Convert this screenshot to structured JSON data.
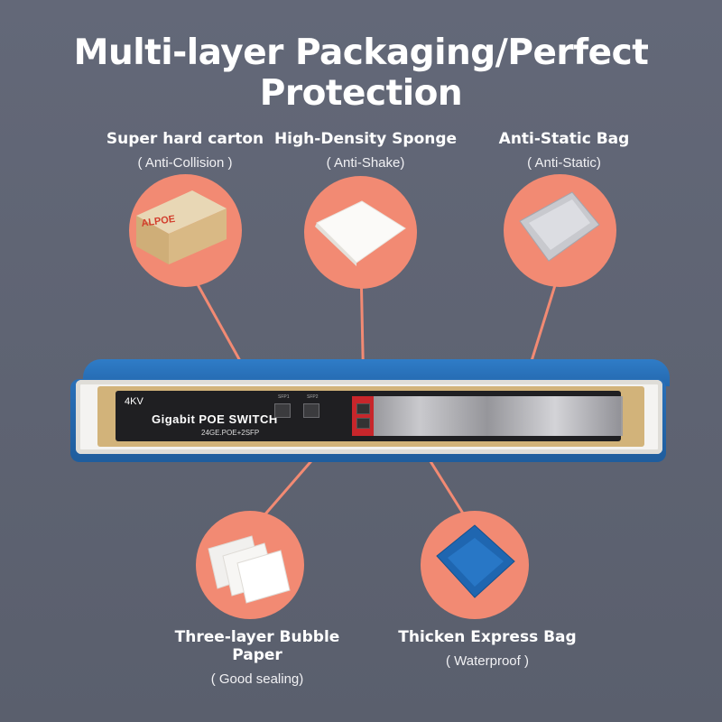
{
  "title": "Multi-layer Packaging/Perfect Protection",
  "layers": [
    {
      "name": "Super hard carton",
      "note": "( Anti-Collision )",
      "icon": "carton-box-icon"
    },
    {
      "name": "High-Density Sponge",
      "note": "( Anti-Shake)",
      "icon": "sponge-sheet-icon"
    },
    {
      "name": "Anti-Static Bag",
      "note": "( Anti-Static)",
      "icon": "anti-static-bag-icon"
    },
    {
      "name": "Three-layer Bubble Paper",
      "note": "( Good sealing)",
      "icon": "bubble-paper-icon"
    },
    {
      "name": "Thicken Express Bag",
      "note": "( Waterproof )",
      "icon": "express-bag-icon"
    }
  ],
  "device": {
    "brand": "ALPOE",
    "rating": "4KV",
    "name": "Gigabit  POE  SWITCH",
    "model": "24GE.POE+2SFP",
    "sfp1": "SFP1",
    "sfp2": "SFP2"
  },
  "colors": {
    "background": "#5f6473",
    "accent_circle": "#f28a73",
    "connector": "#f28a73",
    "express_bag": "#2468ae",
    "title_text": "#ffffff"
  }
}
